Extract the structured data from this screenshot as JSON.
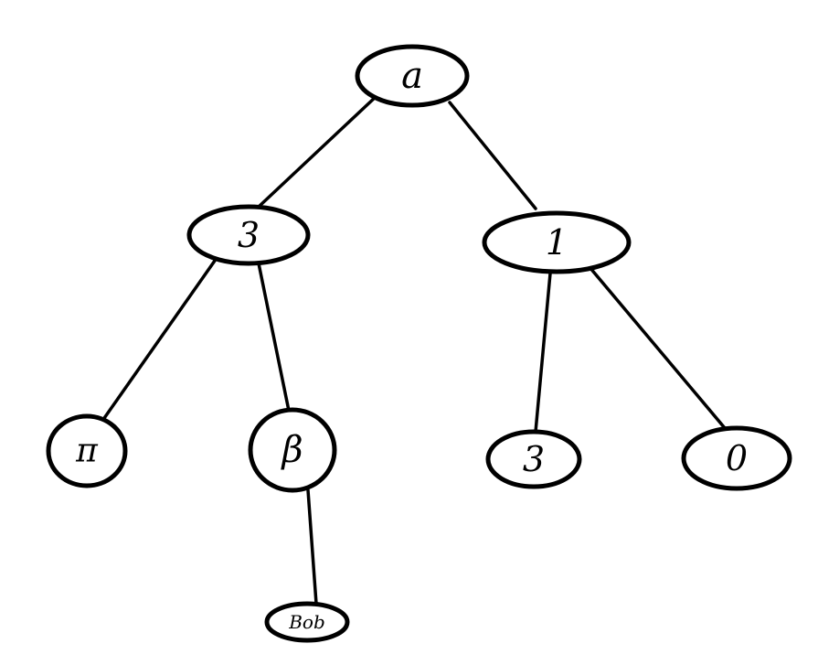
{
  "tree": {
    "nodes": [
      {
        "id": "root",
        "label": "a"
      },
      {
        "id": "left",
        "label": "3"
      },
      {
        "id": "right",
        "label": "1"
      },
      {
        "id": "left-left",
        "label": "π"
      },
      {
        "id": "left-right",
        "label": "β"
      },
      {
        "id": "right-left",
        "label": "3"
      },
      {
        "id": "right-right",
        "label": "0"
      },
      {
        "id": "left-right-child",
        "label": "Bob"
      }
    ],
    "edges": [
      {
        "from": "root",
        "to": "left"
      },
      {
        "from": "root",
        "to": "right"
      },
      {
        "from": "left",
        "to": "left-left"
      },
      {
        "from": "left",
        "to": "left-right"
      },
      {
        "from": "right",
        "to": "right-left"
      },
      {
        "from": "right",
        "to": "right-right"
      },
      {
        "from": "left-right",
        "to": "left-right-child"
      }
    ]
  },
  "colors": {
    "stroke": "#000000",
    "fill": "#ffffff"
  }
}
